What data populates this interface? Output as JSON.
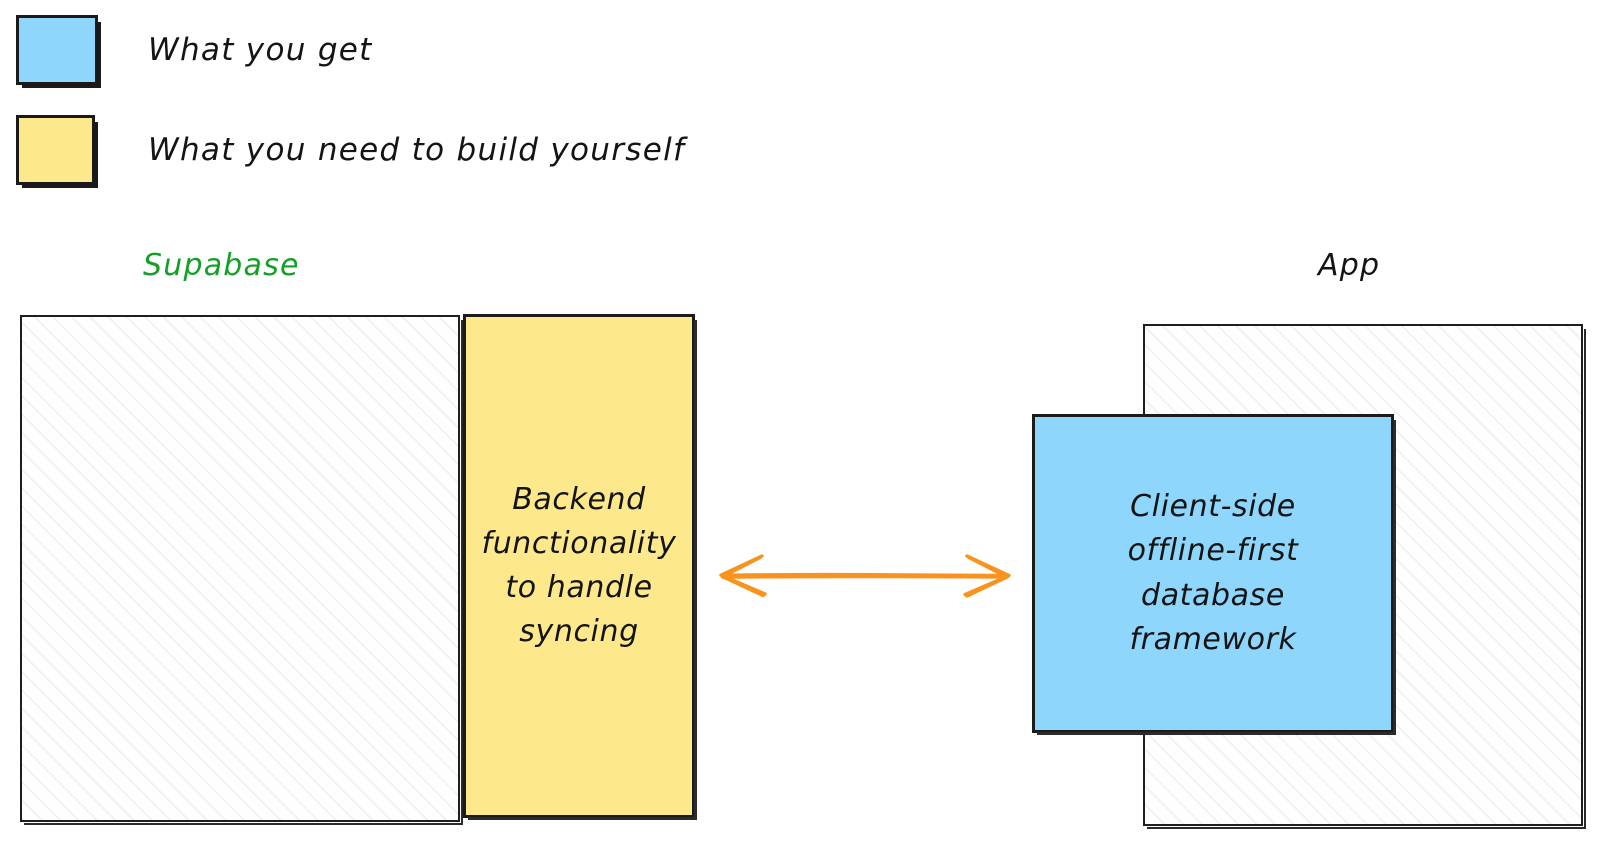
{
  "legend": {
    "items": [
      {
        "swatch_color": "#8ed6fc",
        "label": "What you get",
        "icon": "square-swatch"
      },
      {
        "swatch_color": "#fde98c",
        "label": "What you need to build yourself",
        "icon": "square-swatch"
      }
    ]
  },
  "groups": [
    {
      "title": "Supabase",
      "color": "#14a027"
    },
    {
      "title": "App",
      "color": "#141414"
    }
  ],
  "boxes": {
    "backend": {
      "label": "Backend\nfunctionality\nto handle\nsyncing",
      "fill": "#fde98c",
      "category": "build-yourself"
    },
    "client": {
      "label": "Client-side\noffline-first\ndatabase\nframework",
      "fill": "#8ed6fc",
      "category": "you-get"
    }
  },
  "connector": {
    "icon": "double-headed-arrow",
    "color": "#f7931e",
    "direction": "bidirectional"
  }
}
